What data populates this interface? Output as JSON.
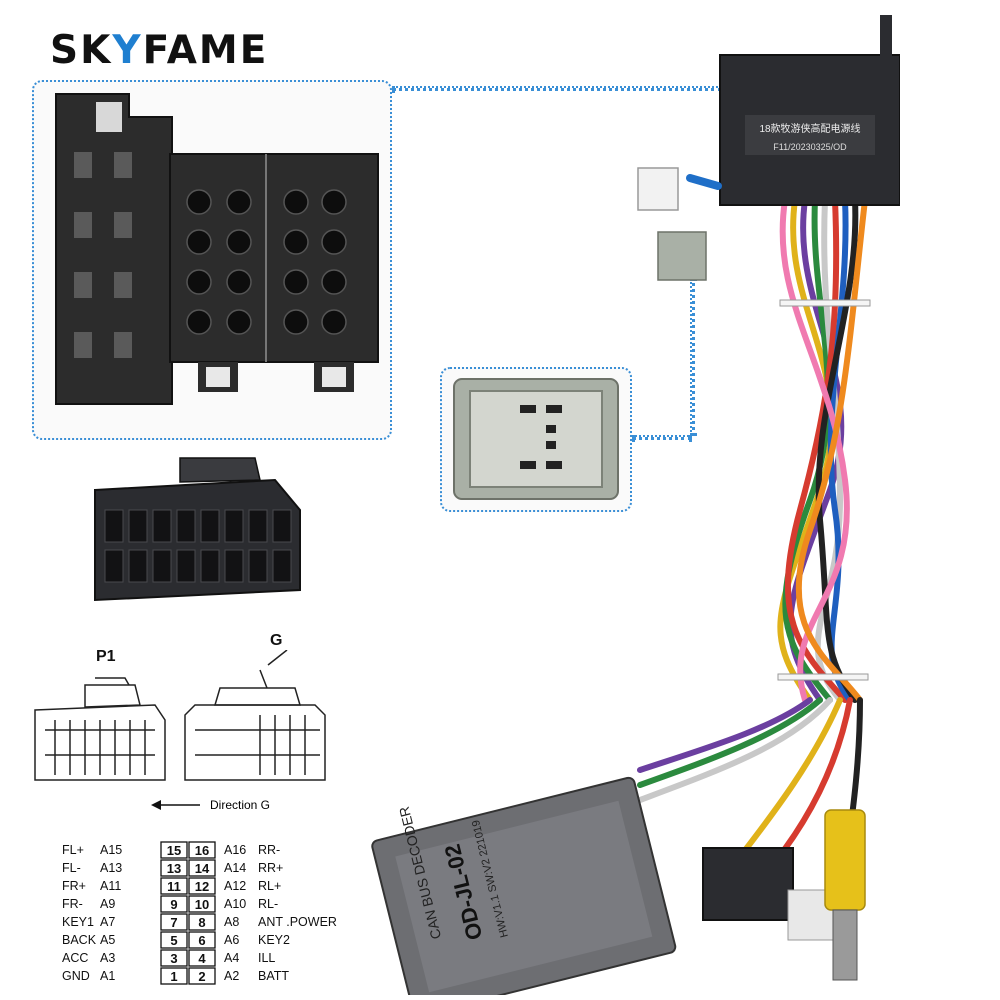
{
  "brand": {
    "logo_pre": "SK",
    "logo_accent": "Y",
    "logo_post": "FAME"
  },
  "decoder_box": {
    "line1": "CAN BUS DECODER",
    "line2": "OD-JL-02",
    "line3": "HW:V1.1 SW:V2 221019"
  },
  "harness_label": {
    "line1": "18款牧游侠高配电源线",
    "line2": "F11/20230325/OD"
  },
  "diagram": {
    "p1_label": "P1",
    "g_label": "G",
    "direction": "Direction G",
    "left_pins": [
      {
        "label": "FL+",
        "code": "A15",
        "num": "15"
      },
      {
        "label": "FL-",
        "code": "A13",
        "num": "13"
      },
      {
        "label": "FR+",
        "code": "A11",
        "num": "11"
      },
      {
        "label": "FR-",
        "code": "A9",
        "num": "9"
      },
      {
        "label": "KEY1",
        "code": "A7",
        "num": "7"
      },
      {
        "label": "BACK",
        "code": "A5",
        "num": "5"
      },
      {
        "label": "ACC",
        "code": "A3",
        "num": "3"
      },
      {
        "label": "GND",
        "code": "A1",
        "num": "1"
      }
    ],
    "right_pins": [
      {
        "num": "16",
        "code": "A16",
        "label": "RR-"
      },
      {
        "num": "14",
        "code": "A14",
        "label": "RR+"
      },
      {
        "num": "12",
        "code": "A12",
        "label": "RL+"
      },
      {
        "num": "10",
        "code": "A10",
        "label": "RL-"
      },
      {
        "num": "8",
        "code": "A8",
        "label": "ANT .POWER"
      },
      {
        "num": "6",
        "code": "A6",
        "label": "KEY2"
      },
      {
        "num": "4",
        "code": "A4",
        "label": "ILL"
      },
      {
        "num": "2",
        "code": "A2",
        "label": "BATT"
      }
    ]
  },
  "colors": {
    "accent": "#1f7fd0",
    "panel_border": "#3a8fd6",
    "connector_black": "#2a2a2a",
    "connector_grey": "#a9b0a6",
    "decoder_body": "#6d6e72"
  }
}
